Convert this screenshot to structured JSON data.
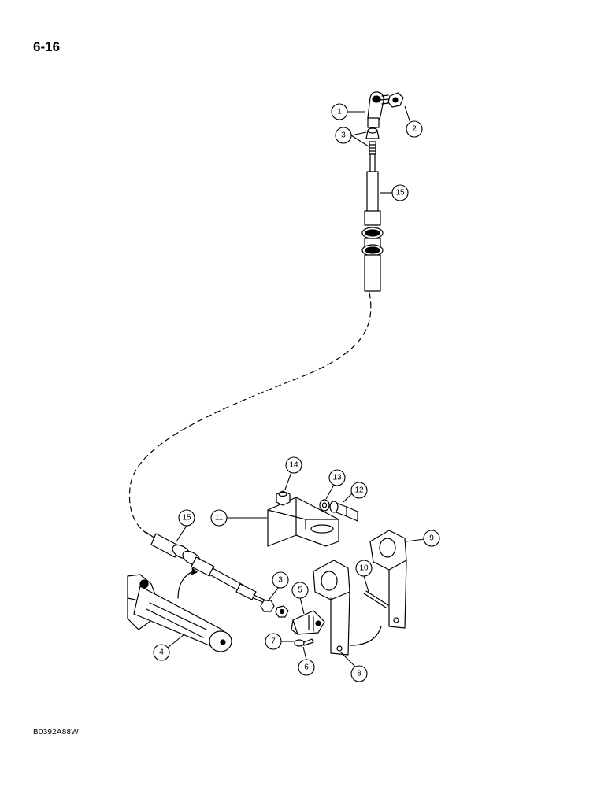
{
  "page_number": "6-16",
  "figure_code": "B0392A88W",
  "callouts": [
    "1",
    "2",
    "3",
    "15",
    "15",
    "14",
    "13",
    "12",
    "11",
    "9",
    "10",
    "3",
    "5",
    "4",
    "7",
    "6",
    "8"
  ]
}
